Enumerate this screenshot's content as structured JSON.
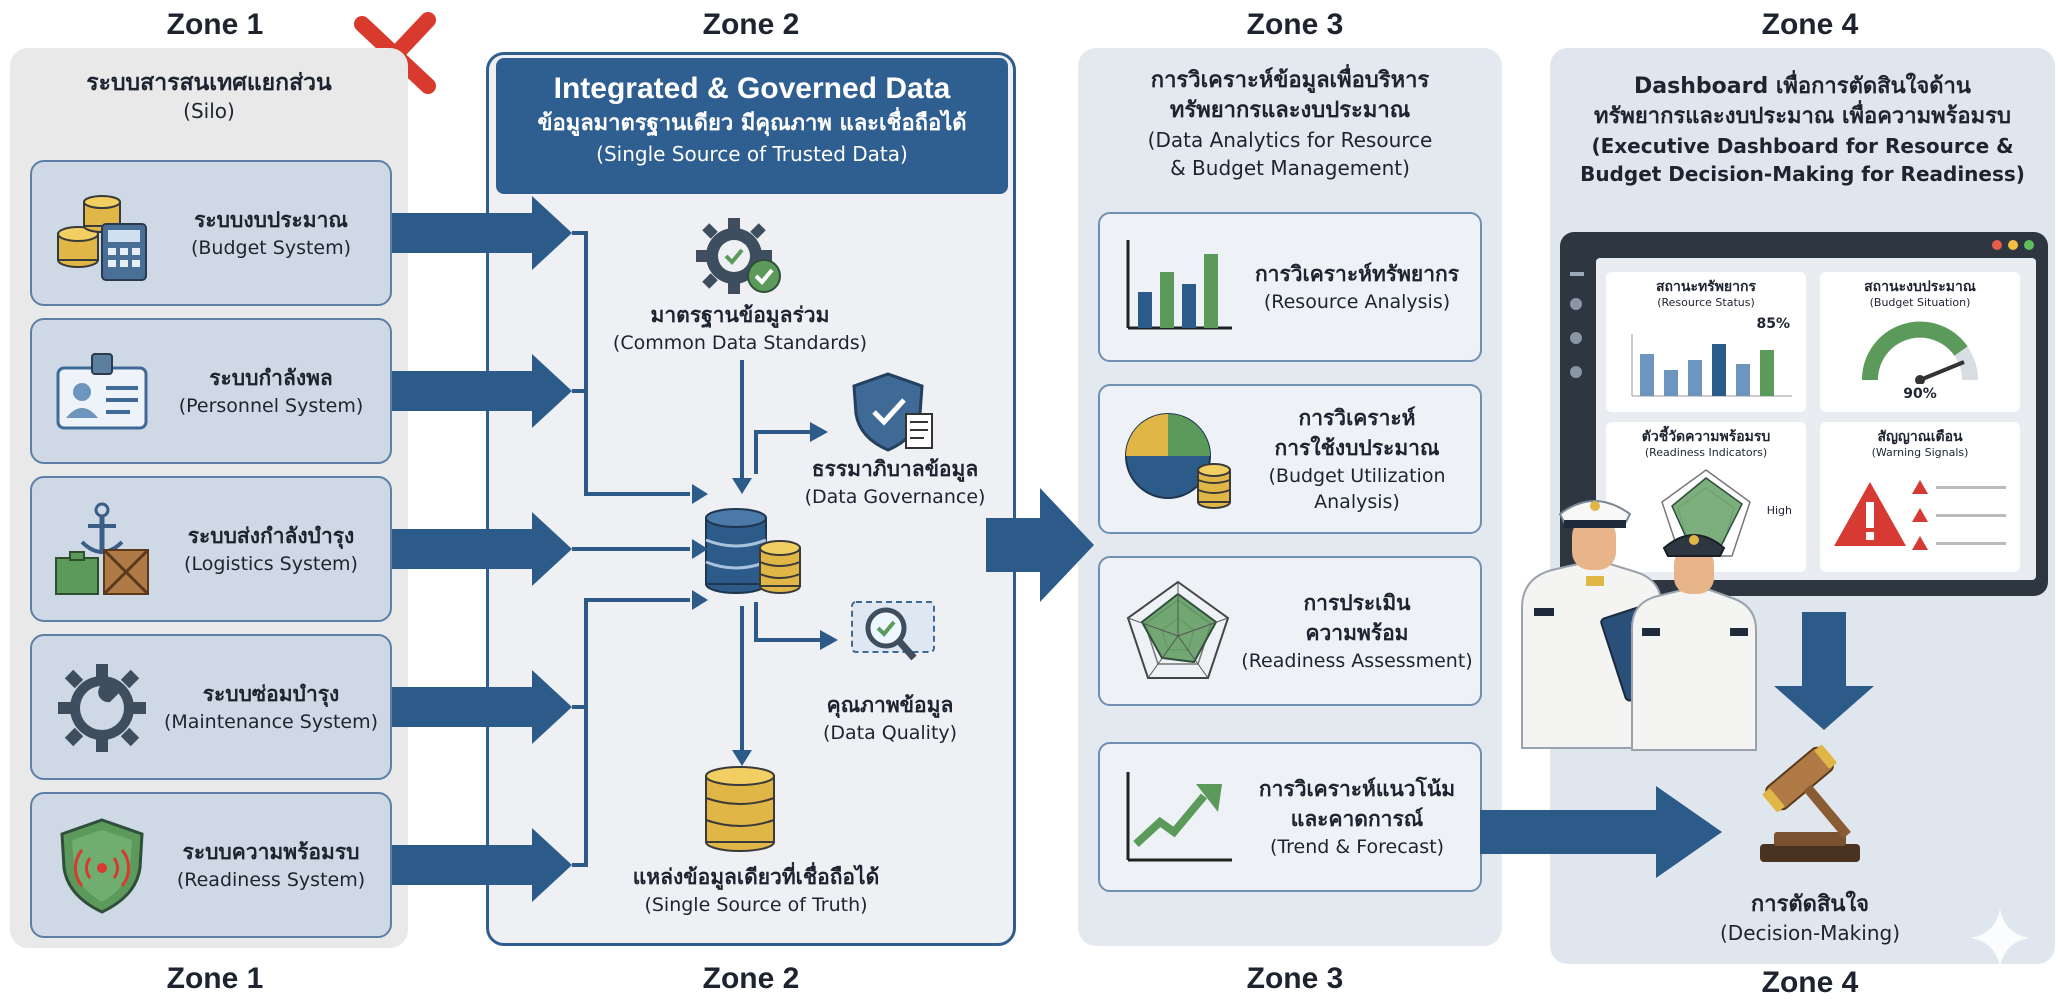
{
  "zones": {
    "z1": "Zone 1",
    "z2": "Zone 2",
    "z3": "Zone 3",
    "z4": "Zone 4"
  },
  "zone1": {
    "title_th": "ระบบสารสนเทศแยกส่วน",
    "title_en": "(Silo)",
    "systems": [
      {
        "th": "ระบบงบประมาณ",
        "en": "(Budget System)",
        "icon": "coins-calculator-icon"
      },
      {
        "th": "ระบบกำลังพล",
        "en": "(Personnel System)",
        "icon": "id-card-icon"
      },
      {
        "th": "ระบบส่งกำลังบำรุง",
        "en": "(Logistics System)",
        "icon": "anchor-crates-icon"
      },
      {
        "th": "ระบบซ่อมบำรุง",
        "en": "(Maintenance System)",
        "icon": "gear-wrench-icon"
      },
      {
        "th": "ระบบความพร้อมรบ",
        "en": "(Readiness System)",
        "icon": "shield-radar-icon"
      }
    ]
  },
  "zone2": {
    "header_en": "Integrated & Governed Data",
    "header_th": "ข้อมูลมาตรฐานเดียว มีคุณภาพ และเชื่อถือได้",
    "header_sub": "(Single Source of Trusted Data)",
    "standards_th": "มาตรฐานข้อมูลร่วม",
    "standards_en": "(Common Data Standards)",
    "governance_th": "ธรรมาภิบาลข้อมูล",
    "governance_en": "(Data Governance)",
    "quality_th": "คุณภาพข้อมูล",
    "quality_en": "(Data Quality)",
    "truth_th": "แหล่งข้อมูลเดียวที่เชื่อถือได้",
    "truth_en": "(Single Source of Truth)"
  },
  "zone3": {
    "title_th1": "การวิเคราะห์ข้อมูลเพื่อบริหาร",
    "title_th2": "ทรัพยากรและงบประมาณ",
    "title_en1": "(Data Analytics for Resource",
    "title_en2": "& Budget Management)",
    "boxes": [
      {
        "th1": "การวิเคราะห์ทรัพยากร",
        "th2": "",
        "en1": "(Resource Analysis)",
        "en2": "",
        "icon": "bar-chart-icon"
      },
      {
        "th1": "การวิเคราะห์",
        "th2": "การใช้งบประมาณ",
        "en1": "(Budget Utilization",
        "en2": "Analysis)",
        "icon": "pie-coins-icon"
      },
      {
        "th1": "การประเมิน",
        "th2": "ความพร้อม",
        "en1": "(Readiness Assessment)",
        "en2": "",
        "icon": "radar-chart-icon"
      },
      {
        "th1": "การวิเคราะห์แนวโน้ม",
        "th2": "และคาดการณ์",
        "en1": "(Trend & Forecast)",
        "en2": "",
        "icon": "trend-arrow-icon"
      }
    ]
  },
  "zone4": {
    "title_1": "Dashboard เพื่อการตัดสินใจด้าน",
    "title_2": "ทรัพยากรและงบประมาณ เพื่อความพร้อมรบ",
    "title_3": "(Executive Dashboard for Resource &",
    "title_4": "Budget Decision-Making for Readiness)",
    "cards": {
      "resource_th": "สถานะทรัพยากร",
      "resource_en": "(Resource Status)",
      "resource_pct": "85%",
      "budget_th": "สถานะงบประมาณ",
      "budget_en": "(Budget Situation)",
      "budget_pct": "90%",
      "readiness_th": "ตัวชี้วัดความพร้อมรบ",
      "readiness_en": "(Readiness Indicators)",
      "readiness_high": "High",
      "warning_th": "สัญญาณเตือน",
      "warning_en": "(Warning Signals)"
    },
    "decision_th": "การตัดสินใจ",
    "decision_en": "(Decision-Making)"
  },
  "colors": {
    "navy": "#2f5f90",
    "arrow": "#2c5b8a",
    "gold": "#e0b646",
    "green": "#5c9a5c",
    "red": "#d63a32"
  }
}
